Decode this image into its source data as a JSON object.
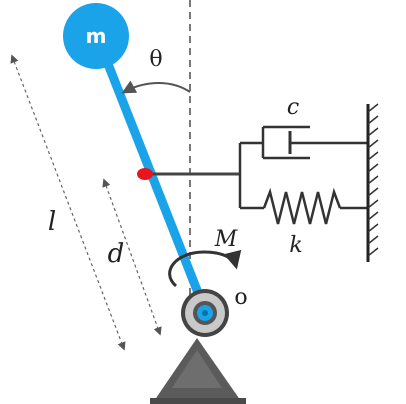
{
  "labels": {
    "mass": "m",
    "angle": "θ",
    "damper": "c",
    "spring": "k",
    "moment": "M",
    "pivot": "o",
    "length": "l",
    "distance": "d"
  },
  "colors": {
    "pendulum": "#1aa3e8",
    "attachment": "#e8141e",
    "support": "#5a5a5a",
    "pivot_ring": "#c8c8c8",
    "line": "#333333",
    "dashed": "#777777"
  },
  "icons": {
    "mass": "mass-ball-icon",
    "pivot": "pivot-joint-icon",
    "support": "triangle-support-icon",
    "wall": "hatched-wall-icon"
  }
}
